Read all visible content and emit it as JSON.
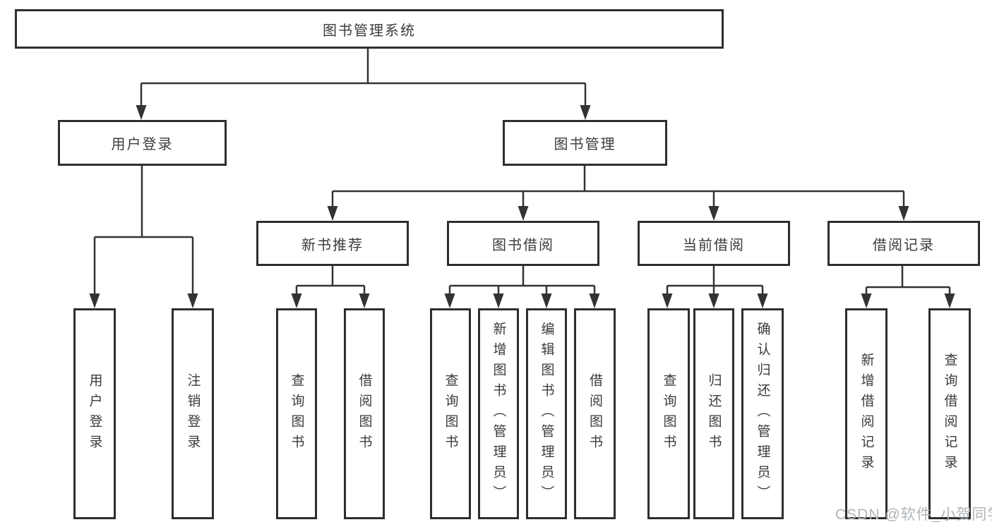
{
  "watermark": "CSDN @软件_小贺同学",
  "colors": {
    "line": "#333333",
    "box_border": "#2e2e2e",
    "text": "#3b3b3b",
    "background": "#ffffff",
    "watermark": "#b0b5b9"
  },
  "tree": {
    "root": {
      "label": "图书管理系统",
      "children": [
        {
          "label": "用户登录",
          "children": [
            {
              "label": "用户登录"
            },
            {
              "label": "注销登录"
            }
          ]
        },
        {
          "label": "图书管理",
          "children": [
            {
              "label": "新书推荐",
              "children": [
                {
                  "label": "查询图书"
                },
                {
                  "label": "借阅图书"
                }
              ]
            },
            {
              "label": "图书借阅",
              "children": [
                {
                  "label": "查询图书"
                },
                {
                  "label": "新增图书（管理员）"
                },
                {
                  "label": "编辑图书（管理员）"
                },
                {
                  "label": "借阅图书"
                }
              ]
            },
            {
              "label": "当前借阅",
              "children": [
                {
                  "label": "查询图书"
                },
                {
                  "label": "归还图书"
                },
                {
                  "label": "确认归还（管理员）"
                }
              ]
            },
            {
              "label": "借阅记录",
              "children": [
                {
                  "label": "新增借阅记录"
                },
                {
                  "label": "查询借阅记录"
                }
              ]
            }
          ]
        }
      ]
    }
  }
}
